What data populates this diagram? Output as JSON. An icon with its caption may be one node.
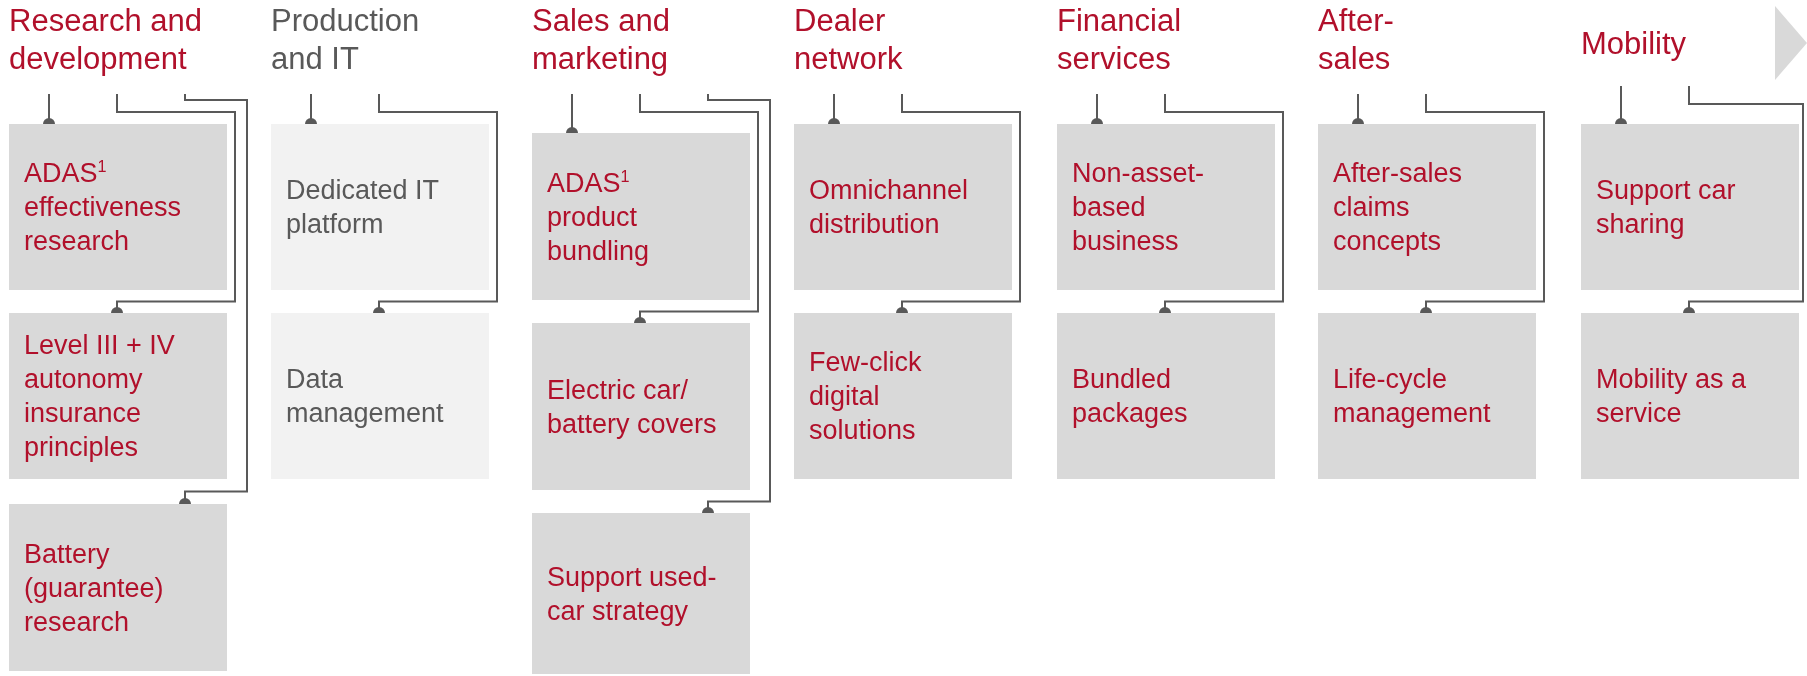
{
  "diagram": {
    "nodes": [
      {
        "text": [
          "Research and development"
        ]
      },
      {
        "text": [
          "ADAS$^{1}$ effectiveness research"
        ]
      },
      {
        "text": [
          "Level III + IV autonomy insurance principles"
        ]
      },
      {
        "text": [
          "Battery (guarantee) research"
        ]
      },
      {
        "text": [
          "Production and IT"
        ]
      },
      {
        "text": [
          "Dedicated IT platform"
        ]
      },
      {
        "text": [
          "Data management"
        ]
      },
      {
        "text": [
          "Sales and marketing"
        ]
      },
      {
        "text": [
          "ADAS$^{1}$ product bundling"
        ]
      },
      {
        "text": [
          "Electric car/ battery covers"
        ]
      },
      {
        "text": [
          "Support used-car strategy"
        ]
      },
      {
        "text": [
          "Dealer network"
        ]
      },
      {
        "text": [
          "Omnichannel distribution"
        ]
      },
      {
        "text": [
          "Few-click digital solutions"
        ]
      },
      {
        "text": [
          "Financial services"
        ]
      },
      {
        "text": [
          "Non-asset-based business"
        ]
      },
      {
        "text": [
          "Bundled packages"
        ]
      },
      {
        "text": [
          "After-sales"
        ]
      },
      {
        "text": [
          "After-sales claims concepts"
        ]
      },
      {
        "text": [
          "Life-cycle management"
        ]
      },
      {
        "text": [
          "Mobility"
        ]
      },
      {
        "text": [
          "Support car sharing"
        ]
      },
      {
        "text": [
          "Mobility as a service"
        ]
      }
    ],
    "edges": [
      {
        "from": 0,
        "to": 1,
        "arrow": "other"
      },
      {
        "from": 0,
        "to": 2,
        "arrow": "other"
      },
      {
        "from": 0,
        "to": 3,
        "arrow": "other"
      },
      {
        "from": 4,
        "to": 5,
        "arrow": "other"
      },
      {
        "from": 4,
        "to": 6,
        "arrow": "other"
      },
      {
        "from": 7,
        "to": 8,
        "arrow": "other"
      },
      {
        "from": 7,
        "to": 9,
        "arrow": "other"
      },
      {
        "from": 7,
        "to": 10,
        "arrow": "other"
      },
      {
        "from": 11,
        "to": 12,
        "arrow": "other"
      },
      {
        "from": 11,
        "to": 13,
        "arrow": "other"
      },
      {
        "from": 14,
        "to": 15,
        "arrow": "other"
      },
      {
        "from": 14,
        "to": 16,
        "arrow": "other"
      },
      {
        "from": 17,
        "to": 18,
        "arrow": "other"
      },
      {
        "from": 17,
        "to": 19,
        "arrow": "other"
      },
      {
        "from": 20,
        "to": 21,
        "arrow": "other"
      },
      {
        "from": 20,
        "to": 22,
        "arrow": "other"
      }
    ]
  }
}
